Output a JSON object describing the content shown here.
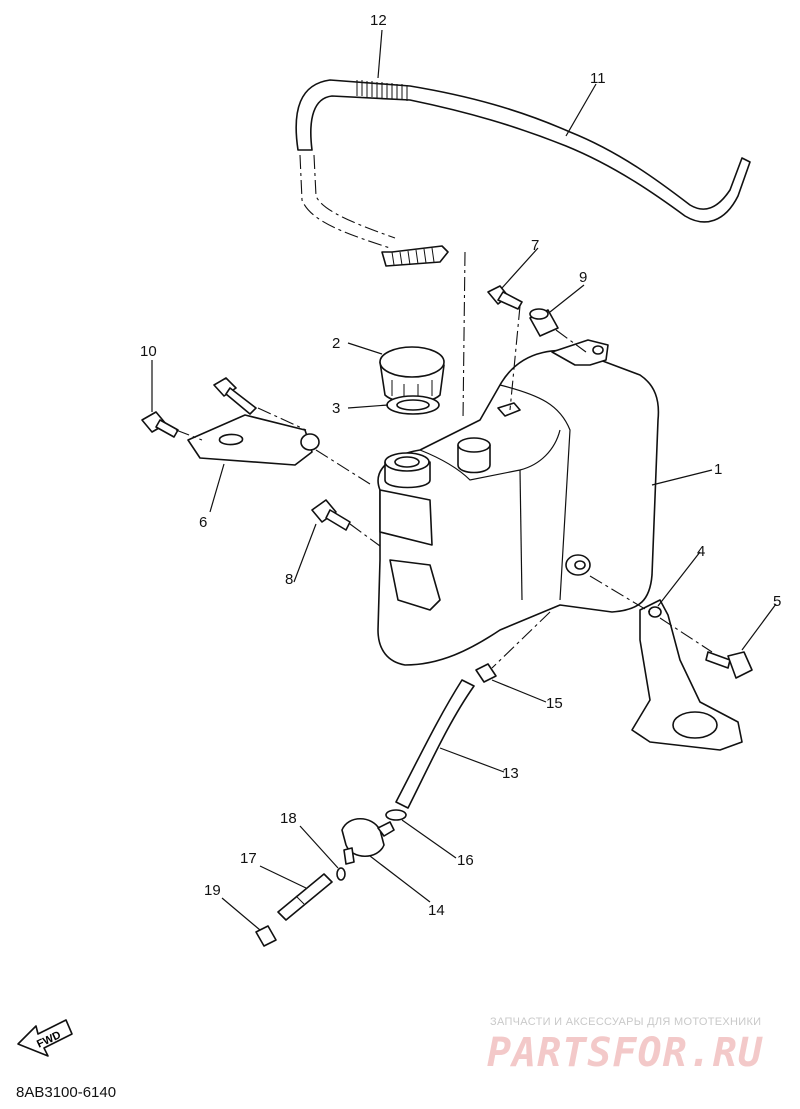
{
  "diagram": {
    "parts": [
      {
        "id": "1",
        "label": "1"
      },
      {
        "id": "2",
        "label": "2"
      },
      {
        "id": "3",
        "label": "3"
      },
      {
        "id": "4",
        "label": "4"
      },
      {
        "id": "5",
        "label": "5"
      },
      {
        "id": "6",
        "label": "6"
      },
      {
        "id": "7",
        "label": "7"
      },
      {
        "id": "8",
        "label": "8"
      },
      {
        "id": "9",
        "label": "9"
      },
      {
        "id": "10",
        "label": "10"
      },
      {
        "id": "11",
        "label": "11"
      },
      {
        "id": "12",
        "label": "12"
      },
      {
        "id": "13",
        "label": "13"
      },
      {
        "id": "14",
        "label": "14"
      },
      {
        "id": "15",
        "label": "15"
      },
      {
        "id": "16",
        "label": "16"
      },
      {
        "id": "17",
        "label": "17"
      },
      {
        "id": "18",
        "label": "18"
      },
      {
        "id": "19",
        "label": "19"
      }
    ],
    "fwd_label": "FWD",
    "diagram_code": "8AB3100-6140"
  },
  "watermark": {
    "caption": "ЗАПЧАСТИ И АКСЕССУАРЫ ДЛЯ МОТОТЕХНИКИ",
    "logo": "PARTSFOR.RU"
  }
}
